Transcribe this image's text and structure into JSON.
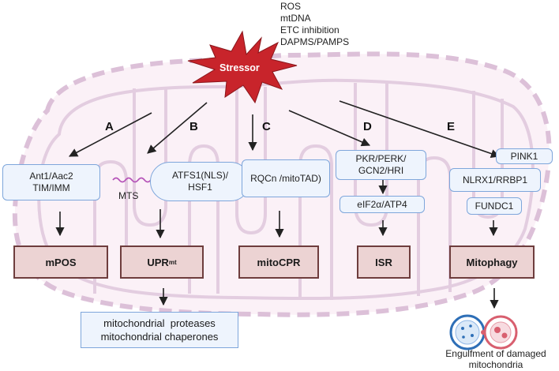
{
  "stressor": {
    "label": "Stressor",
    "causes": [
      "ROS",
      "mtDNA",
      "ETC inhibition",
      "DAPMS/PAMPS"
    ]
  },
  "pathways": [
    {
      "letter": "A",
      "boxes": [
        "Ant1/Aac2",
        "TIM/IMM"
      ],
      "outcome": "mPOS"
    },
    {
      "letter": "B",
      "boxes": [
        "ATFS1(NLS)/",
        "HSF1"
      ],
      "tag": "MTS",
      "outcome_main": "UPR",
      "outcome_sup": "mt"
    },
    {
      "letter": "C",
      "boxes": [
        "RQCn /mitoTAD)"
      ],
      "outcome": "mitoCPR"
    },
    {
      "letter": "D",
      "boxes": [
        "PKR/PERK/",
        "GCN2/HRI",
        "eIF2α/ATP4"
      ],
      "outcome": "ISR"
    },
    {
      "letter": "E",
      "boxes": [
        "PINK1",
        "NLRX1/RRBP1",
        "FUNDC1"
      ],
      "outcome": "Mitophagy"
    }
  ],
  "upr_targets": [
    "mitochondrial  proteases",
    "mitochondrial chaperones"
  ],
  "engulfment": [
    "Engulfment of damaged",
    "mitochondria"
  ],
  "colors": {
    "stressor_fill": "#c8242b",
    "outline_pink": "#dcc0d8",
    "box_fill": "#eef4fd",
    "box_border": "#7ea6db",
    "outcome_fill": "#ecd3d3",
    "outcome_border": "#6e3d3d"
  }
}
